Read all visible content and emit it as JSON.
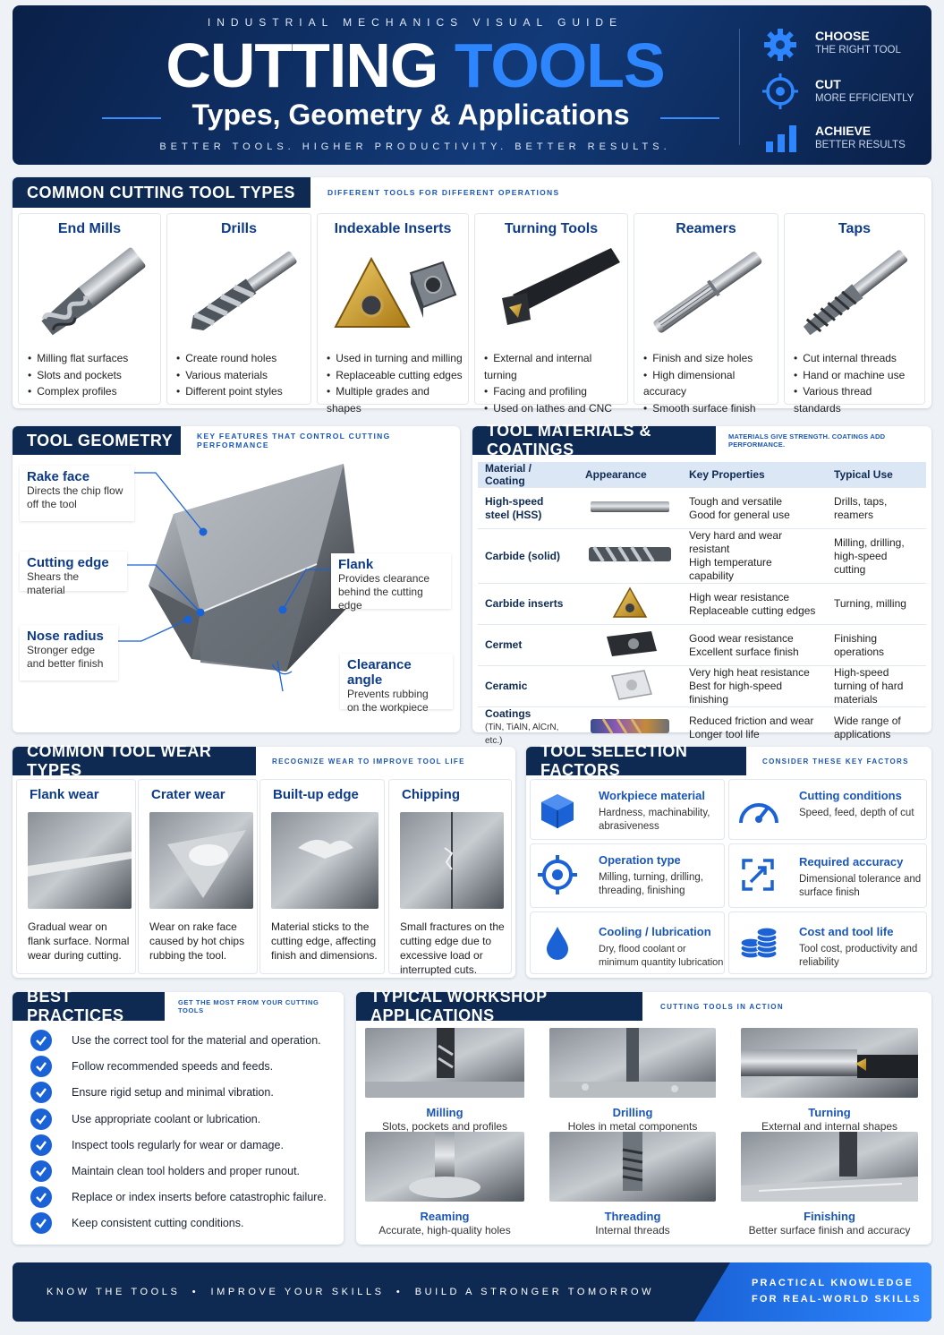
{
  "header": {
    "kicker": "INDUSTRIAL MECHANICS VISUAL GUIDE",
    "title_white": "CUTTING ",
    "title_blue": "TOOLS",
    "subtitle": "Types, Geometry & Applications",
    "tagline": "BETTER TOOLS. HIGHER PRODUCTIVITY. BETTER RESULTS.",
    "promises": [
      {
        "title": "CHOOSE",
        "sub": "THE RIGHT TOOL",
        "icon": "gear-icon"
      },
      {
        "title": "CUT",
        "sub": "MORE EFFICIENTLY",
        "icon": "target-icon"
      },
      {
        "title": "ACHIEVE",
        "sub": "BETTER RESULTS",
        "icon": "bar-chart-icon"
      }
    ]
  },
  "types": {
    "heading": "COMMON CUTTING TOOL TYPES",
    "sub": "DIFFERENT TOOLS FOR DIFFERENT OPERATIONS",
    "cards": [
      {
        "title": "End Mills",
        "bullets": [
          "Milling flat surfaces",
          "Slots and pockets",
          "Complex profiles"
        ]
      },
      {
        "title": "Drills",
        "bullets": [
          "Create round holes",
          "Various materials",
          "Different point styles"
        ]
      },
      {
        "title": "Indexable Inserts",
        "bullets": [
          "Used in turning and milling",
          "Replaceable cutting edges",
          "Multiple grades and shapes"
        ]
      },
      {
        "title": "Turning Tools",
        "bullets": [
          "External and internal turning",
          "Facing and profiling",
          "Used on lathes and CNC"
        ]
      },
      {
        "title": "Reamers",
        "bullets": [
          "Finish and size holes",
          "High dimensional accuracy",
          "Smooth surface finish"
        ]
      },
      {
        "title": "Taps",
        "bullets": [
          "Cut internal threads",
          "Hand or machine use",
          "Various thread standards"
        ]
      }
    ]
  },
  "geometry": {
    "heading": "TOOL GEOMETRY",
    "sub": "KEY FEATURES THAT CONTROL CUTTING PERFORMANCE",
    "callouts": {
      "rake": {
        "title": "Rake face",
        "desc1": "Directs the chip flow",
        "desc2": "off the tool"
      },
      "edge": {
        "title": "Cutting edge",
        "desc1": "Shears the material"
      },
      "nose": {
        "title": "Nose radius",
        "desc1": "Stronger edge",
        "desc2": "and better finish"
      },
      "flank": {
        "title": "Flank",
        "desc1": "Provides clearance",
        "desc2": "behind the cutting edge"
      },
      "clear": {
        "title": "Clearance angle",
        "desc1": "Prevents rubbing",
        "desc2": "on the workpiece"
      }
    }
  },
  "materials": {
    "heading": "TOOL MATERIALS & COATINGS",
    "sub": "MATERIALS GIVE STRENGTH. COATINGS ADD PERFORMANCE.",
    "columns": [
      "Material / Coating",
      "Appearance",
      "Key Properties",
      "Typical Use"
    ],
    "rows": [
      {
        "name": "High-speed steel (HSS)",
        "note": "",
        "prop1": "Tough and versatile",
        "prop2": "Good for general use",
        "use": "Drills, taps, reamers"
      },
      {
        "name": "Carbide (solid)",
        "note": "",
        "prop1": "Very hard and wear resistant",
        "prop2": "High temperature capability",
        "use": "Milling, drilling, high-speed cutting"
      },
      {
        "name": "Carbide inserts",
        "note": "",
        "prop1": "High wear resistance",
        "prop2": "Replaceable cutting edges",
        "use": "Turning, milling"
      },
      {
        "name": "Cermet",
        "note": "",
        "prop1": "Good wear resistance",
        "prop2": "Excellent surface finish",
        "use": "Finishing operations"
      },
      {
        "name": "Ceramic",
        "note": "",
        "prop1": "Very high heat resistance",
        "prop2": "Best for high-speed finishing",
        "use": "High-speed turning of hard materials"
      },
      {
        "name": "Coatings",
        "note": "(TiN, TiAlN, AlCrN, etc.)",
        "prop1": "Reduced friction and wear",
        "prop2": "Longer tool life",
        "use": "Wide range of applications"
      }
    ]
  },
  "wear": {
    "heading": "COMMON TOOL WEAR TYPES",
    "sub": "RECOGNIZE WEAR TO IMPROVE TOOL LIFE",
    "items": [
      {
        "title": "Flank wear",
        "desc": "Gradual wear on flank surface. Normal wear during cutting."
      },
      {
        "title": "Crater wear",
        "desc": "Wear on rake face caused by hot chips rubbing the tool."
      },
      {
        "title": "Built-up edge",
        "desc": "Material sticks to the cutting edge, affecting finish and dimensions."
      },
      {
        "title": "Chipping",
        "desc": "Small fractures on the cutting edge due to excessive load or interrupted cuts."
      }
    ]
  },
  "selection": {
    "heading": "TOOL SELECTION FACTORS",
    "sub": "CONSIDER THESE KEY FACTORS",
    "items": [
      {
        "title": "Workpiece material",
        "desc": "Hardness, machinability, abrasiveness",
        "icon": "cube-icon"
      },
      {
        "title": "Cutting conditions",
        "desc": "Speed, feed, depth of cut",
        "icon": "gauge-icon"
      },
      {
        "title": "Operation type",
        "desc": "Milling, turning, drilling, threading, finishing",
        "icon": "target-icon"
      },
      {
        "title": "Required accuracy",
        "desc": "Dimensional tolerance and surface finish",
        "icon": "resize-icon"
      },
      {
        "title": "Cooling / lubrication",
        "desc": "Dry, flood coolant or minimum quantity lubrication",
        "icon": "droplet-icon"
      },
      {
        "title": "Cost and tool life",
        "desc": "Tool cost, productivity and reliability",
        "icon": "coins-icon"
      }
    ]
  },
  "practices": {
    "heading": "BEST PRACTICES",
    "sub": "GET THE MOST FROM YOUR CUTTING TOOLS",
    "items": [
      "Use the correct tool for the material and operation.",
      "Follow recommended speeds and feeds.",
      "Ensure rigid setup and minimal vibration.",
      "Use appropriate coolant or lubrication.",
      "Inspect tools regularly for wear or damage.",
      "Maintain clean tool holders and proper runout.",
      "Replace or index inserts before catastrophic failure.",
      "Keep consistent cutting conditions."
    ]
  },
  "applications": {
    "heading": "TYPICAL WORKSHOP APPLICATIONS",
    "sub": "CUTTING TOOLS IN ACTION",
    "items": [
      {
        "title": "Milling",
        "desc": "Slots, pockets and profiles"
      },
      {
        "title": "Drilling",
        "desc": "Holes in metal components"
      },
      {
        "title": "Turning",
        "desc": "External and internal shapes"
      },
      {
        "title": "Reaming",
        "desc": "Accurate, high-quality holes"
      },
      {
        "title": "Threading",
        "desc": "Internal threads"
      },
      {
        "title": "Finishing",
        "desc": "Better surface finish and accuracy"
      }
    ]
  },
  "footer": {
    "left": "KNOW THE TOOLS  •  IMPROVE YOUR SKILLS  •  BUILD A STRONGER TOMORROW",
    "right1": "PRACTICAL KNOWLEDGE",
    "right2": "FOR REAL-WORLD SKILLS"
  },
  "colors": {
    "navy": "#0e2a52",
    "accent": "#1a62d6",
    "bg": "#eef2f7"
  }
}
